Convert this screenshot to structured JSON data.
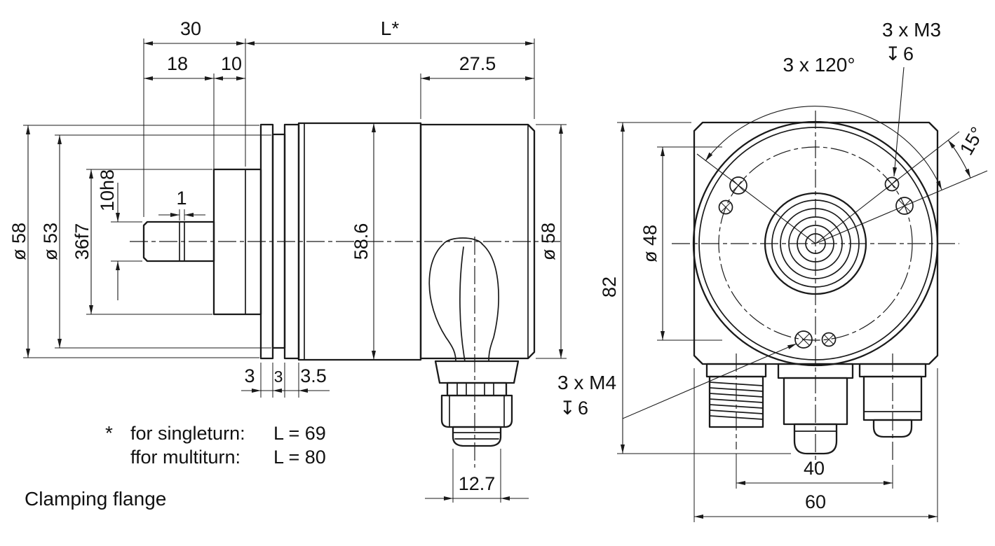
{
  "drawing": {
    "caption": "Clamping flange",
    "footnote": {
      "marker": "*",
      "singleturn_label": "for singleturn:",
      "singleturn_value": "L = 69",
      "multiturn_label": "ffor multiturn:",
      "multiturn_value": "L = 80"
    },
    "side_view": {
      "dim_total_front": "30",
      "dim_length": "L*",
      "dim_shaft_length": "18",
      "dim_collar_length": "10",
      "dim_cap_length": "27.5",
      "dim_outer_dia_left": "ø 58",
      "dim_groove_dia": "ø 53",
      "dim_collar_dia": "36f7",
      "dim_shaft_dia": "10h8",
      "dim_groove_width": "1",
      "dim_body_height": "58.6",
      "dim_outer_dia_right": "ø 58",
      "dim_flange_3a": "3",
      "dim_flange_3b": "3",
      "dim_flange_3_5": "3.5",
      "dim_connector_width": "12.7"
    },
    "front_view": {
      "label_m3": "3 x M3",
      "m3_depth_symbol": "↧",
      "m3_depth": "6",
      "label_angle_120": "3 x 120°",
      "label_angle_15": "15°",
      "dim_bolt_circle": "ø 48",
      "dim_height": "82",
      "label_m4": "3 x M4",
      "m4_depth_symbol": "↧",
      "m4_depth": "6",
      "dim_connector_spacing": "40",
      "dim_body_width": "60"
    }
  }
}
